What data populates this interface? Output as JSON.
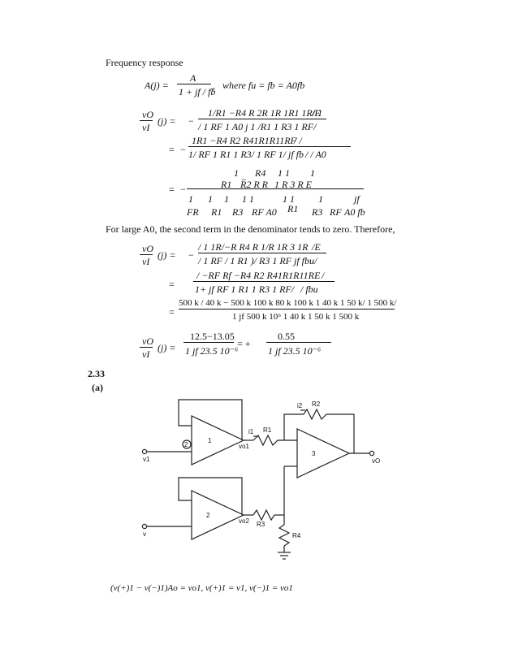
{
  "heading": "Frequency response",
  "eq_a": {
    "lhs": "A(j) =",
    "num": "A",
    "den": "1 + jf / fb",
    "sep": ",",
    "where": "where fu = fb = A0fb"
  },
  "eq1": {
    "lhs_num": "vO",
    "lhs_den": "vI",
    "lhs_arg": "(j) =",
    "sign": "−",
    "num": "1/R1 −R4 R 2R 1R 1R1 1R/ 1",
    "num_tail": "/E",
    "den": "/   1 RF  1 A0 j  1 /R1  1 R3  1 RF/"
  },
  "eq2": {
    "eq": "=",
    "sign": "−",
    "num": "1R1 −R4 R2 R41R1R11RF",
    "num_tail": "/           /",
    "den": "1/ RF  1 R1  1 R3/ 1 RF 1/ jf  fb",
    "den_tail": "/    / A0"
  },
  "eq3": {
    "eq": "=",
    "sign": "−",
    "n1": "1",
    "n_minus": "−",
    "n2": "R4",
    "n3": "1   1",
    "n4": "1",
    "n5": "R1",
    "n6": "R2 R  R",
    "n7": "1 R  3 R  E",
    "d1": "1",
    "d2": "1",
    "d3": "1",
    "d4": "1 1",
    "d5": "1   1",
    "d6": "1",
    "d7": "jf",
    "d8": "FR",
    "d9": "R1",
    "d10": "R3",
    "d11": "RF  A0",
    "d12": "R1",
    "d13": "R3",
    "d14": "RF",
    "d15": "A0  fb"
  },
  "large_a_text": "For large A0, the second term in the denominator tends to zero. Therefore,",
  "eq4": {
    "lhs_num": "vO",
    "lhs_den": "vI",
    "lhs_arg": "(j) =",
    "sign": "−",
    "num": "/  1   1R/−R  R4 R  1/R   1R 3 1R",
    "num_tail": "/E",
    "den": "/   1 RF / 1 R1  )/ R3  1 RF   jf  fbu/"
  },
  "eq5": {
    "eq": "=",
    "num": "/   −RF  Rf −R4  R2 R41R1R11RE",
    "num_tail": "/",
    "den": "1+ jf  RF  1 R1  1 R3  1 RF/",
    "den_tail": "/ fbu"
  },
  "eq6": {
    "eq": "=",
    "num": "500 k / 40 k − 500 k  100 k  80 k  100 k 1 40 k  1 50 k/ 1 500 k/",
    "den": "1  jf  500 k  10⁶  1 40 k  1 50 k  1 500 k"
  },
  "eq7": {
    "lhs_num": "vO",
    "lhs_den": "vI",
    "lhs_arg": "(j) =",
    "n1": "12.5−13.05",
    "d1": "1  jf  23.5  10⁻⁶",
    "mid": "= +",
    "n2": "0.55",
    "d2": "1  jf  23.5  10⁻⁶"
  },
  "section": "2.33",
  "subsection": "(a)",
  "circuit": {
    "labels": {
      "v1": "v1",
      "v": "v",
      "vo": "vO",
      "vo1": "vo1",
      "vo2": "vo2",
      "i1": "i1",
      "i2": "i2",
      "r1": "R1",
      "r2": "R2",
      "r3": "R3",
      "r4": "R4",
      "amp1": "1",
      "amp2": "2",
      "amp3": "3",
      "node2": "2"
    }
  },
  "bottom_eq": "(v(+)1 − v(−)1)Ao = vo1,   v(+)1 = v1, v(−)1 = vo1"
}
